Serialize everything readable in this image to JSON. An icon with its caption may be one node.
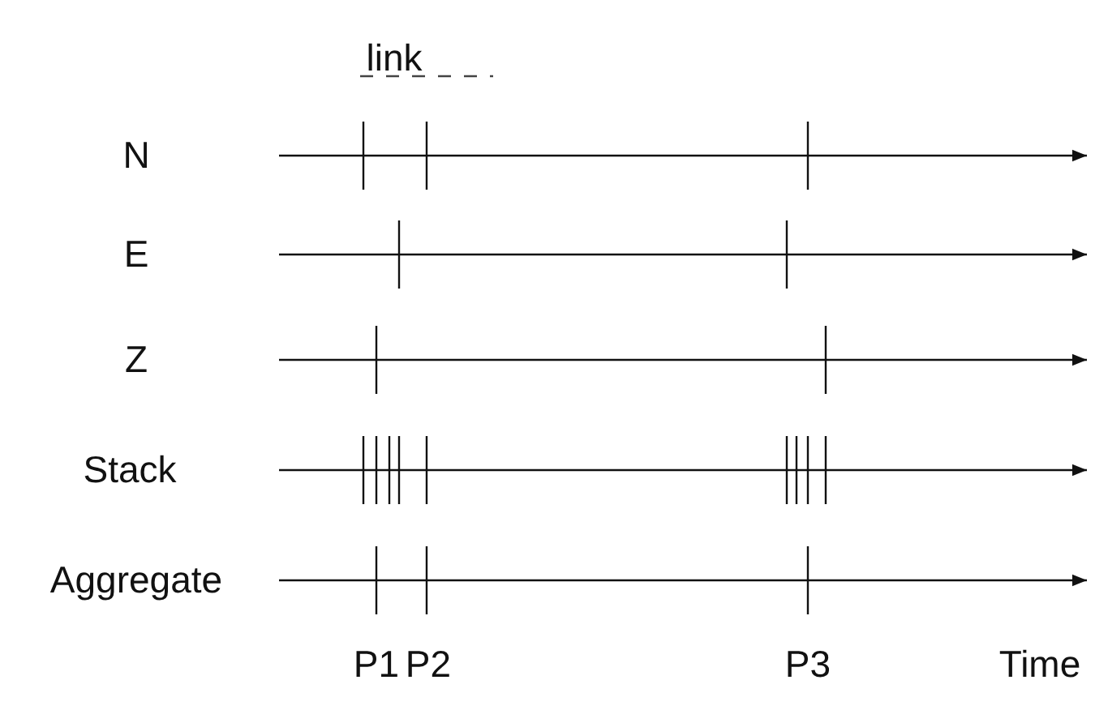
{
  "diagram": {
    "labels": [
      "link",
      "N",
      "E",
      "Z",
      "Stack",
      "Aggregate",
      "P1",
      "P2",
      "P3",
      "Time"
    ]
  }
}
